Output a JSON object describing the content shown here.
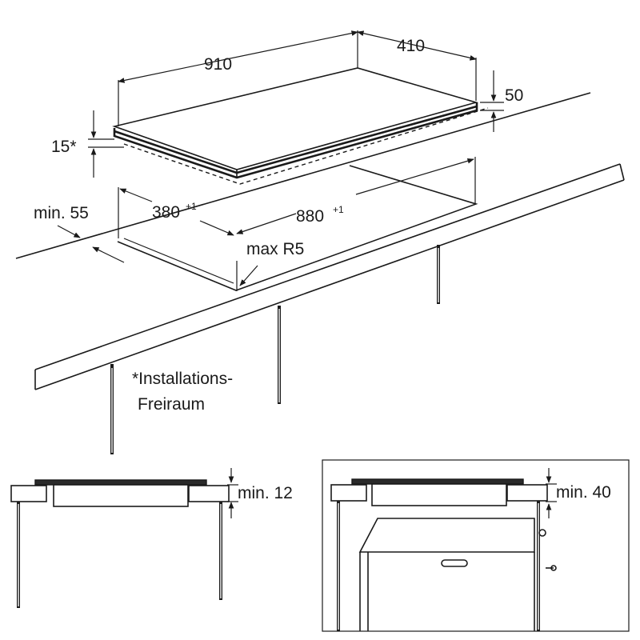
{
  "dimensions": {
    "width_label": "910",
    "depth_label": "410",
    "height_label": "50",
    "clearance_label": "15*",
    "min_front_label": "min. 55",
    "cutout_depth_label": "380",
    "cutout_depth_tol": "+1",
    "cutout_width_label": "880",
    "cutout_width_tol": "+1",
    "radius_label": "max R5"
  },
  "note": {
    "line1": "*Installations-",
    "line2": "Freiraum"
  },
  "details": {
    "left_min_label": "min. 12",
    "right_min_label": "min. 40"
  }
}
